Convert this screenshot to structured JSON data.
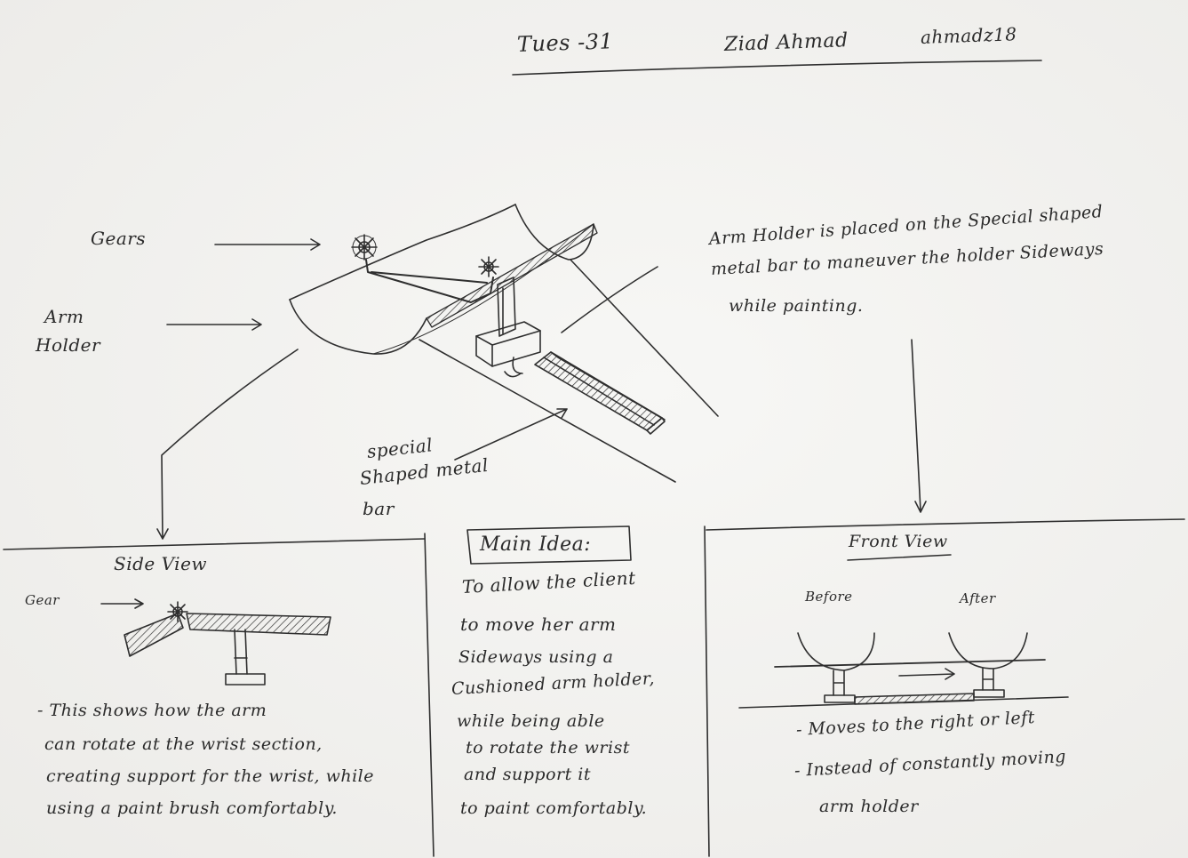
{
  "header": {
    "date": "Tues -31",
    "name": "Ziad Ahmad",
    "username": "ahmadz18"
  },
  "top_diagram": {
    "labels": {
      "gears": "Gears",
      "arm_holder_line1": "Arm",
      "arm_holder_line2": "Holder",
      "metal_bar_line1": "special",
      "metal_bar_line2": "Shaped metal",
      "metal_bar_line3": "bar"
    },
    "description": [
      "Arm Holder is placed on the Special shaped",
      "metal bar to maneuver the holder Sideways",
      "while painting."
    ]
  },
  "side_view": {
    "title": "Side View",
    "gear_label": "Gear",
    "notes": [
      "- This shows how the arm",
      "can rotate at the wrist section,",
      "creating support for the wrist, while",
      "using a paint brush comfortably."
    ]
  },
  "main_idea": {
    "title": "Main Idea:",
    "lines": [
      "To allow the client",
      "to move her arm",
      "Sideways using a",
      "Cushioned arm holder,",
      "while being able",
      "to rotate the wrist",
      "and support it",
      "to paint comfortably."
    ]
  },
  "front_view": {
    "title": "Front View",
    "before_label": "Before",
    "after_label": "After",
    "notes": [
      "- Moves to the right or left",
      "- Instead of constantly moving",
      "arm holder"
    ]
  }
}
